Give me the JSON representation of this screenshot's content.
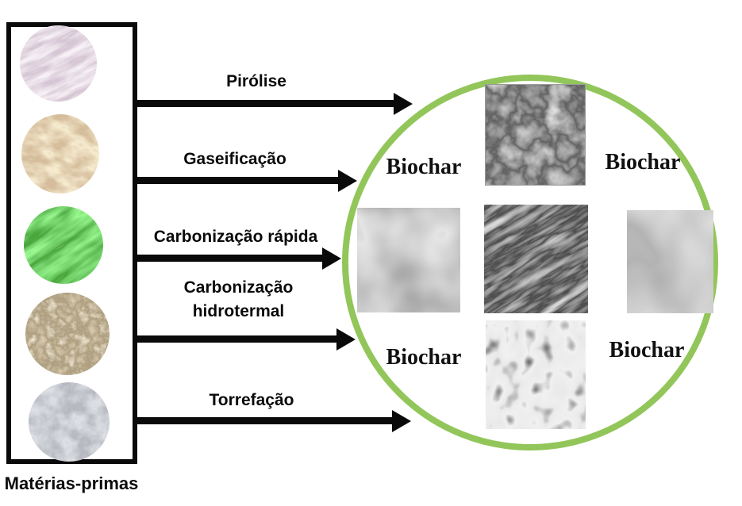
{
  "colors": {
    "accent_green": "#92c65a",
    "ink_black": "#0a0a0a"
  },
  "raw_materials": {
    "caption": "Matérias-primas",
    "items": [
      {
        "icon": "straw-fibers-photo"
      },
      {
        "icon": "wood-pellets-photo"
      },
      {
        "icon": "green-algae-photo"
      },
      {
        "icon": "soil-manure-photo"
      },
      {
        "icon": "dark-sludge-photo"
      }
    ]
  },
  "processes": [
    {
      "label": "Pirólise"
    },
    {
      "label": "Gaseificação"
    },
    {
      "label": "Carbonização rápida"
    },
    {
      "label": "Carbonização hidrotermal"
    },
    {
      "label": "Torrefação"
    }
  ],
  "biochar": {
    "labels": {
      "top_left": "Biochar",
      "top_right": "Biochar",
      "bottom_left": "Biochar",
      "bottom_right": "Biochar"
    },
    "images": [
      {
        "icon": "biochar-sem-particle-clusters-photo"
      },
      {
        "icon": "biochar-sem-smooth-surface-photo"
      },
      {
        "icon": "biochar-charcoal-sticks-photo"
      },
      {
        "icon": "biochar-sem-closeup-photo"
      },
      {
        "icon": "biochar-porous-honeycomb-photo"
      }
    ]
  }
}
